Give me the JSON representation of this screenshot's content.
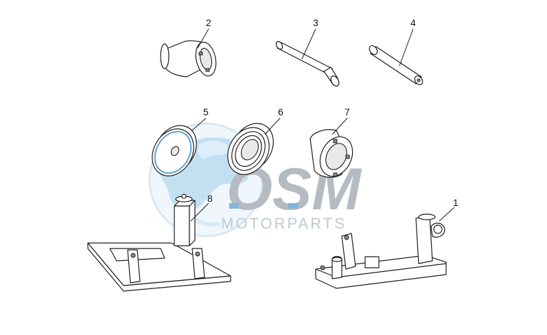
{
  "watermark": {
    "logo_text": "OSM",
    "tagline": "MOTORPARTS"
  },
  "callouts": [
    {
      "id": "1",
      "label": "1"
    },
    {
      "id": "2",
      "label": "2"
    },
    {
      "id": "3",
      "label": "3"
    },
    {
      "id": "4",
      "label": "4"
    },
    {
      "id": "5",
      "label": "5"
    },
    {
      "id": "6",
      "label": "6"
    },
    {
      "id": "7",
      "label": "7"
    },
    {
      "id": "8",
      "label": "8"
    }
  ],
  "colors": {
    "watermark_globe": "#9ecbeb",
    "watermark_text": "#a9b0b6",
    "line_art": "#1a1a1a"
  }
}
